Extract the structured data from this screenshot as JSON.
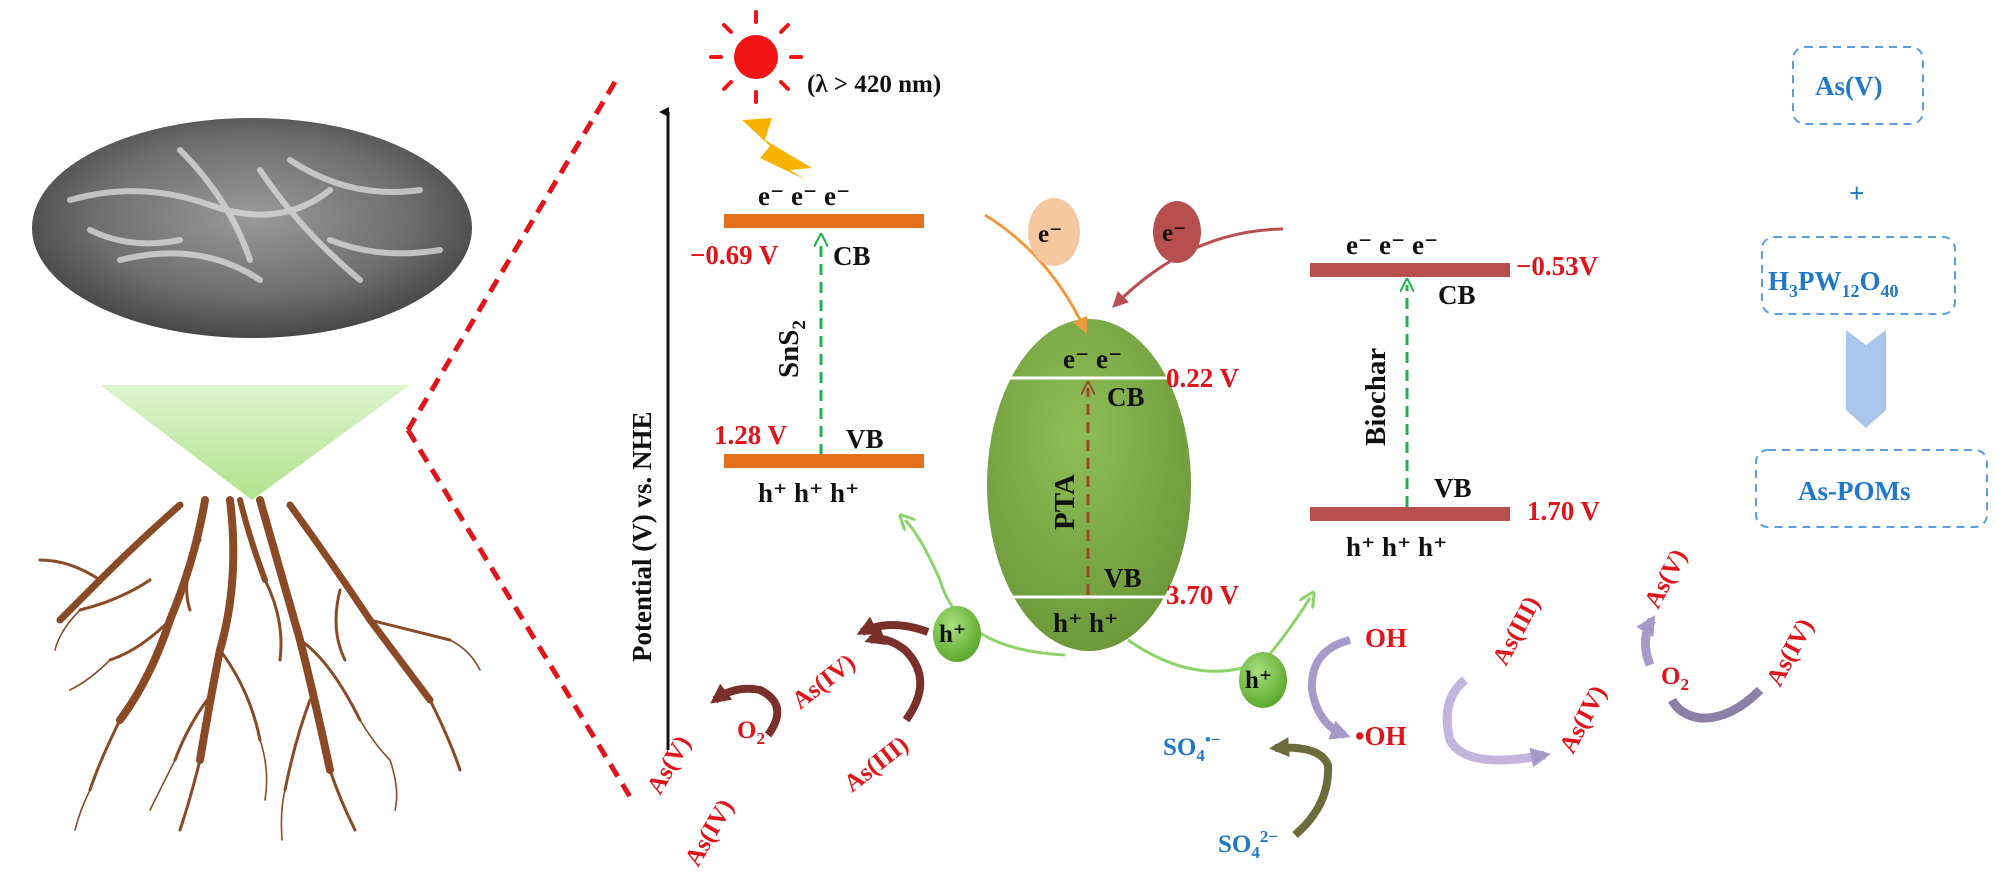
{
  "light": {
    "wavelength": "(λ > 420 nm)"
  },
  "axis": {
    "label": "Potential (V) vs. NHE"
  },
  "sns2": {
    "name": "SnS",
    "name_sub": "2",
    "electrons": "e⁻ e⁻ e⁻",
    "holes": "h⁺ h⁺ h⁺",
    "cb": "CB",
    "vb": "VB",
    "cb_potential": "−0.69 V",
    "vb_potential": "1.28 V"
  },
  "pta": {
    "name": "PTA",
    "electrons": "e⁻ e⁻",
    "holes": "h⁺ h⁺",
    "cb": "CB",
    "vb": "VB",
    "cb_potential": "0.22 V",
    "vb_potential": "3.70 V",
    "incoming_e1": "e⁻",
    "incoming_e2": "e⁻"
  },
  "biochar": {
    "name": "Biochar",
    "electrons": "e⁻ e⁻ e⁻",
    "holes": "h⁺ h⁺ h⁺",
    "cb": "CB",
    "vb": "VB",
    "cb_potential": "−0.53V",
    "vb_potential": "1.70 V"
  },
  "left_cycle": {
    "hole": "h⁺",
    "as_iii": "As(III)",
    "as_iv_top": "As(IV)",
    "o2": "O",
    "o2_sub": "2",
    "as_v": "As(V)",
    "as_iv_bottom": "As(IV)"
  },
  "right_cycle": {
    "hole": "h⁺",
    "oh": "OH",
    "oh_radical": "•OH",
    "so4_radical": "SO",
    "so4_radical_sub": "4",
    "so4_radical_sup": "•−",
    "so4": "SO",
    "so4_sub": "4",
    "so4_sup": "2−",
    "as_iii": "As(III)",
    "as_iv": "As(IV)",
    "o2": "O",
    "o2_sub": "2",
    "as_v": "As(V)",
    "as_iv_right": "As(IV)"
  },
  "complex_box": {
    "as_v": "As(V)",
    "plus": "+",
    "pta_formula": {
      "h": "H",
      "h_sub": "3",
      "pw": "PW",
      "pw_sub": "12",
      "o": "O",
      "o_sub": "40"
    },
    "product": "As-POMs"
  },
  "colors": {
    "orange_band": "#e4711a",
    "biochar_band": "#b84f4f",
    "pta_fill": "#79a842",
    "potential_red": "#e0141b",
    "formula_blue": "#1f78c8",
    "dashed_green": "#1fb24a",
    "light_green_arrow": "#8cd36a",
    "sun": "#f01414",
    "lightning": "#f6b400",
    "purple_arrow": "#a79ac9",
    "brown_arrow": "#7a2f2a",
    "olive_arrow": "#6e6b3a"
  }
}
